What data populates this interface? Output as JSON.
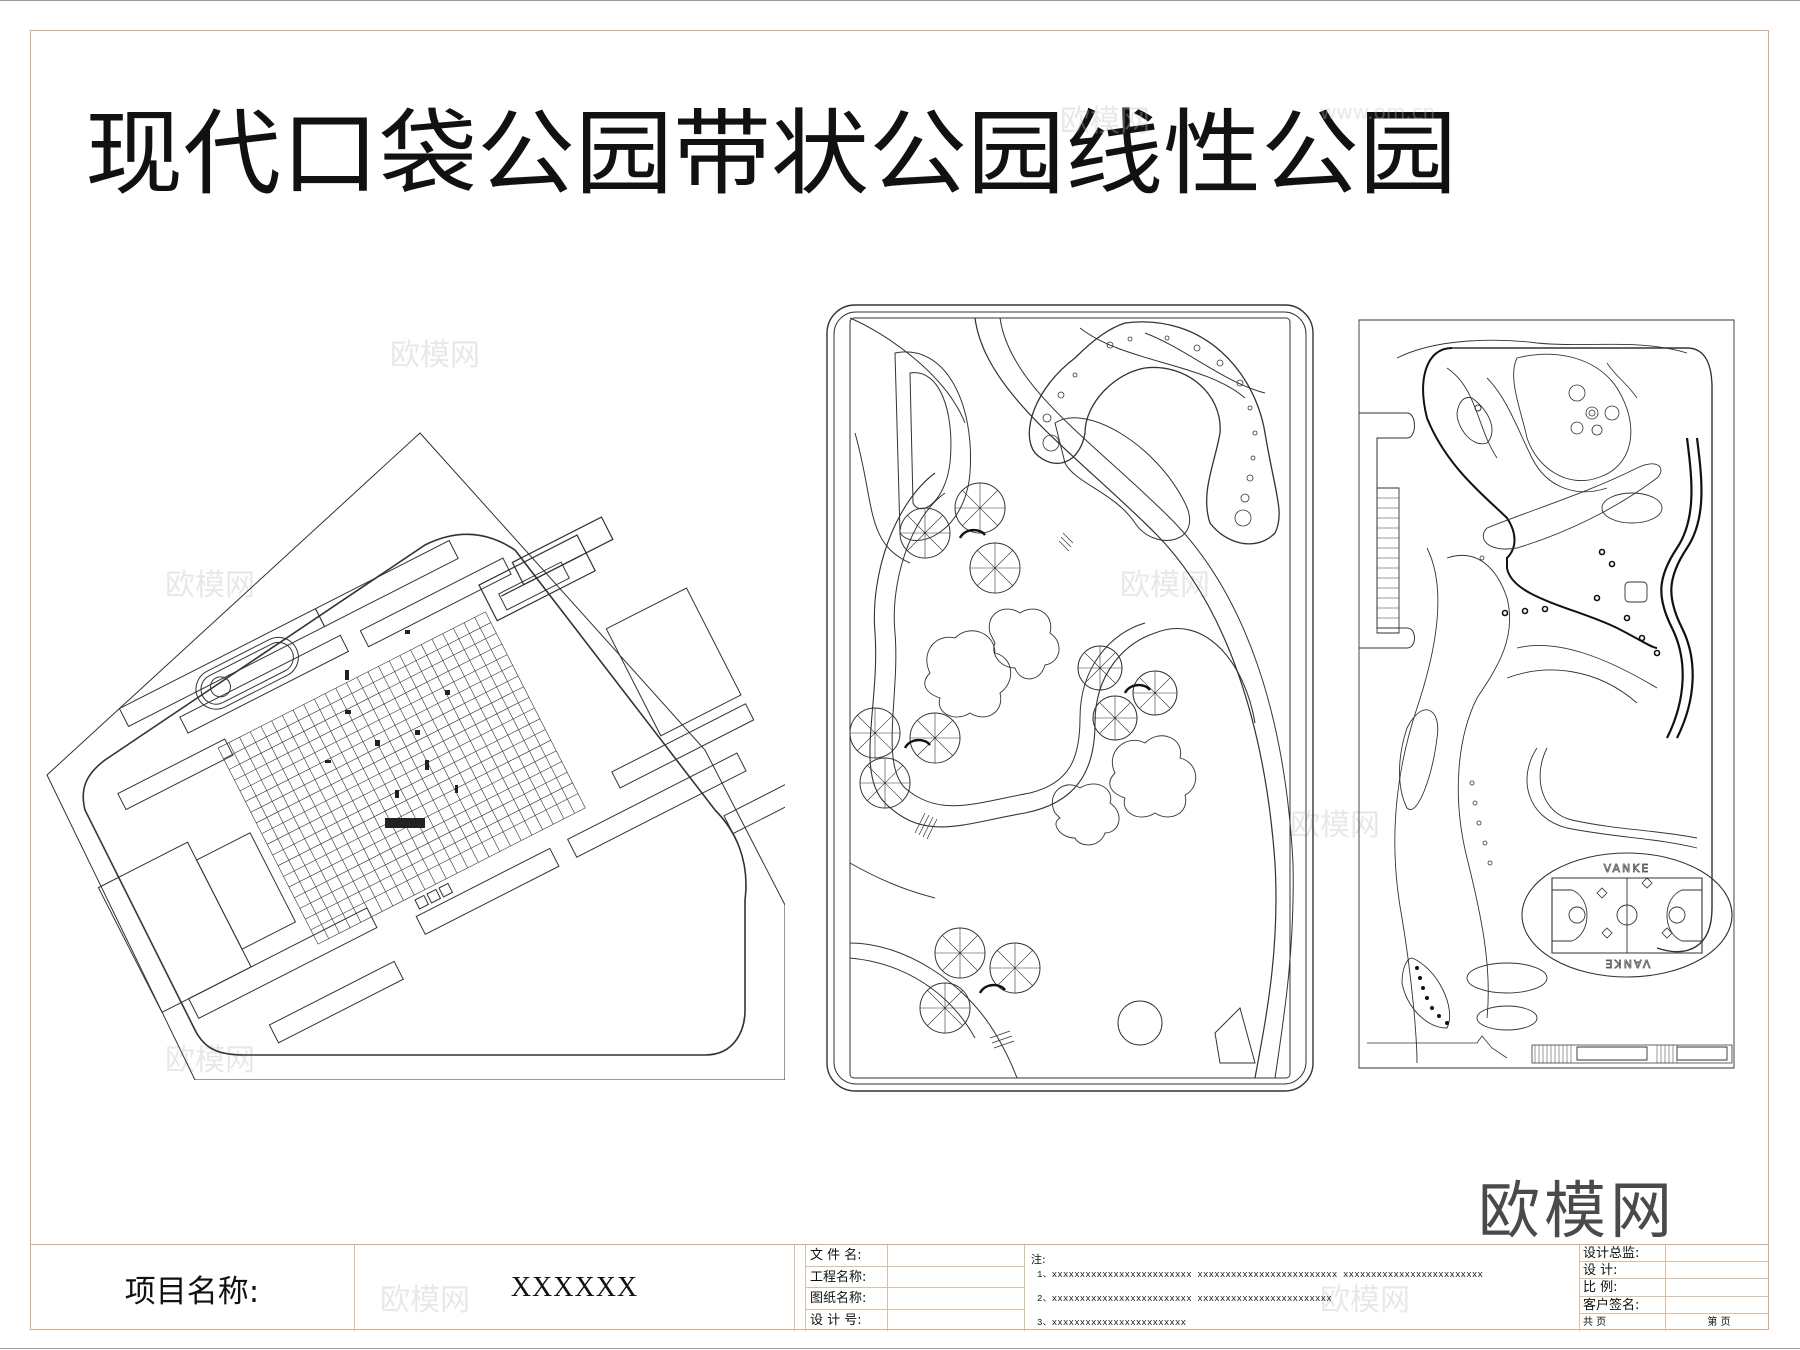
{
  "sheet": {
    "title": "现代口袋公园带状公园线性公园",
    "border_color": "#d9a98c",
    "line_color": "#222222"
  },
  "plans": [
    {
      "id": "plan-1",
      "description": "Pocket park plan with grid paving plaza"
    },
    {
      "id": "plan-2",
      "description": "Linear park plan with organic paths and lily-pad plazas"
    },
    {
      "id": "plan-3",
      "description": "Linear park plan with winding paths and basketball court"
    }
  ],
  "court": {
    "label_top": "VANKE",
    "label_bottom": "VANKE"
  },
  "watermarks": {
    "brand": "欧模网",
    "url": "www.om.cn"
  },
  "logo": {
    "text": "欧模网"
  },
  "title_block": {
    "project_label": "项目名称:",
    "project_value": "XXXXXX",
    "left_fields": [
      {
        "label": "文 件 名:",
        "value": ""
      },
      {
        "label": "工程名称:",
        "value": ""
      },
      {
        "label": "图纸名称:",
        "value": ""
      },
      {
        "label": "设 计 号:",
        "value": ""
      }
    ],
    "notes": {
      "heading": "注:",
      "lines": [
        "1、xxxxxxxxxxxxxxxxxxxxxxxxx    xxxxxxxxxxxxxxxxxxxxxxxxx    xxxxxxxxxxxxxxxxxxxxxxxxx",
        "2、xxxxxxxxxxxxxxxxxxxxxxxxx    xxxxxxxxxxxxxxxxxxxxxxxx",
        "3、xxxxxxxxxxxxxxxxxxxxxxxx"
      ]
    },
    "right_fields": [
      {
        "label": "设计总监:",
        "value": ""
      },
      {
        "label": "设      计:",
        "value": ""
      },
      {
        "label": "比      例:",
        "value": ""
      },
      {
        "label": "客户签名:",
        "value": ""
      }
    ],
    "pages": {
      "total_label": "共        页",
      "current_label": "第        页"
    }
  }
}
